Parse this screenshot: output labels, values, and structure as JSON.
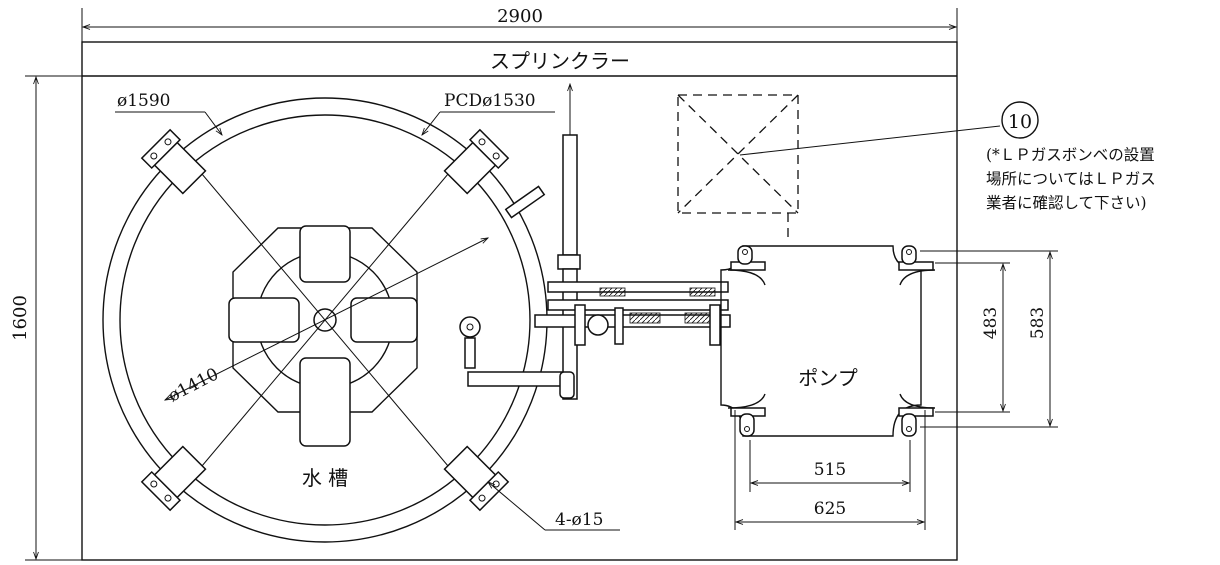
{
  "dimensions": {
    "overall_width": "2900",
    "overall_height": "1600",
    "outer_ring_dia": "ø1590",
    "pcd": "PCDø1530",
    "inner_ring_dia": "ø1410",
    "bolt_holes": "4-ø15",
    "pump_inner_height": "483",
    "pump_outer_height": "583",
    "pump_inner_width": "515",
    "pump_outer_width": "625"
  },
  "labels": {
    "header_title": "スプリンクラー",
    "tank_label": "水 槽",
    "pump_label": "ポンプ",
    "callout_number": "10",
    "note_line1": "(*ＬＰガスボンベの設置",
    "note_line2": "場所についてはＬＰガス",
    "note_line3": "業者に確認して下さい)"
  },
  "colors": {
    "line": "#111111",
    "background": "#ffffff"
  }
}
